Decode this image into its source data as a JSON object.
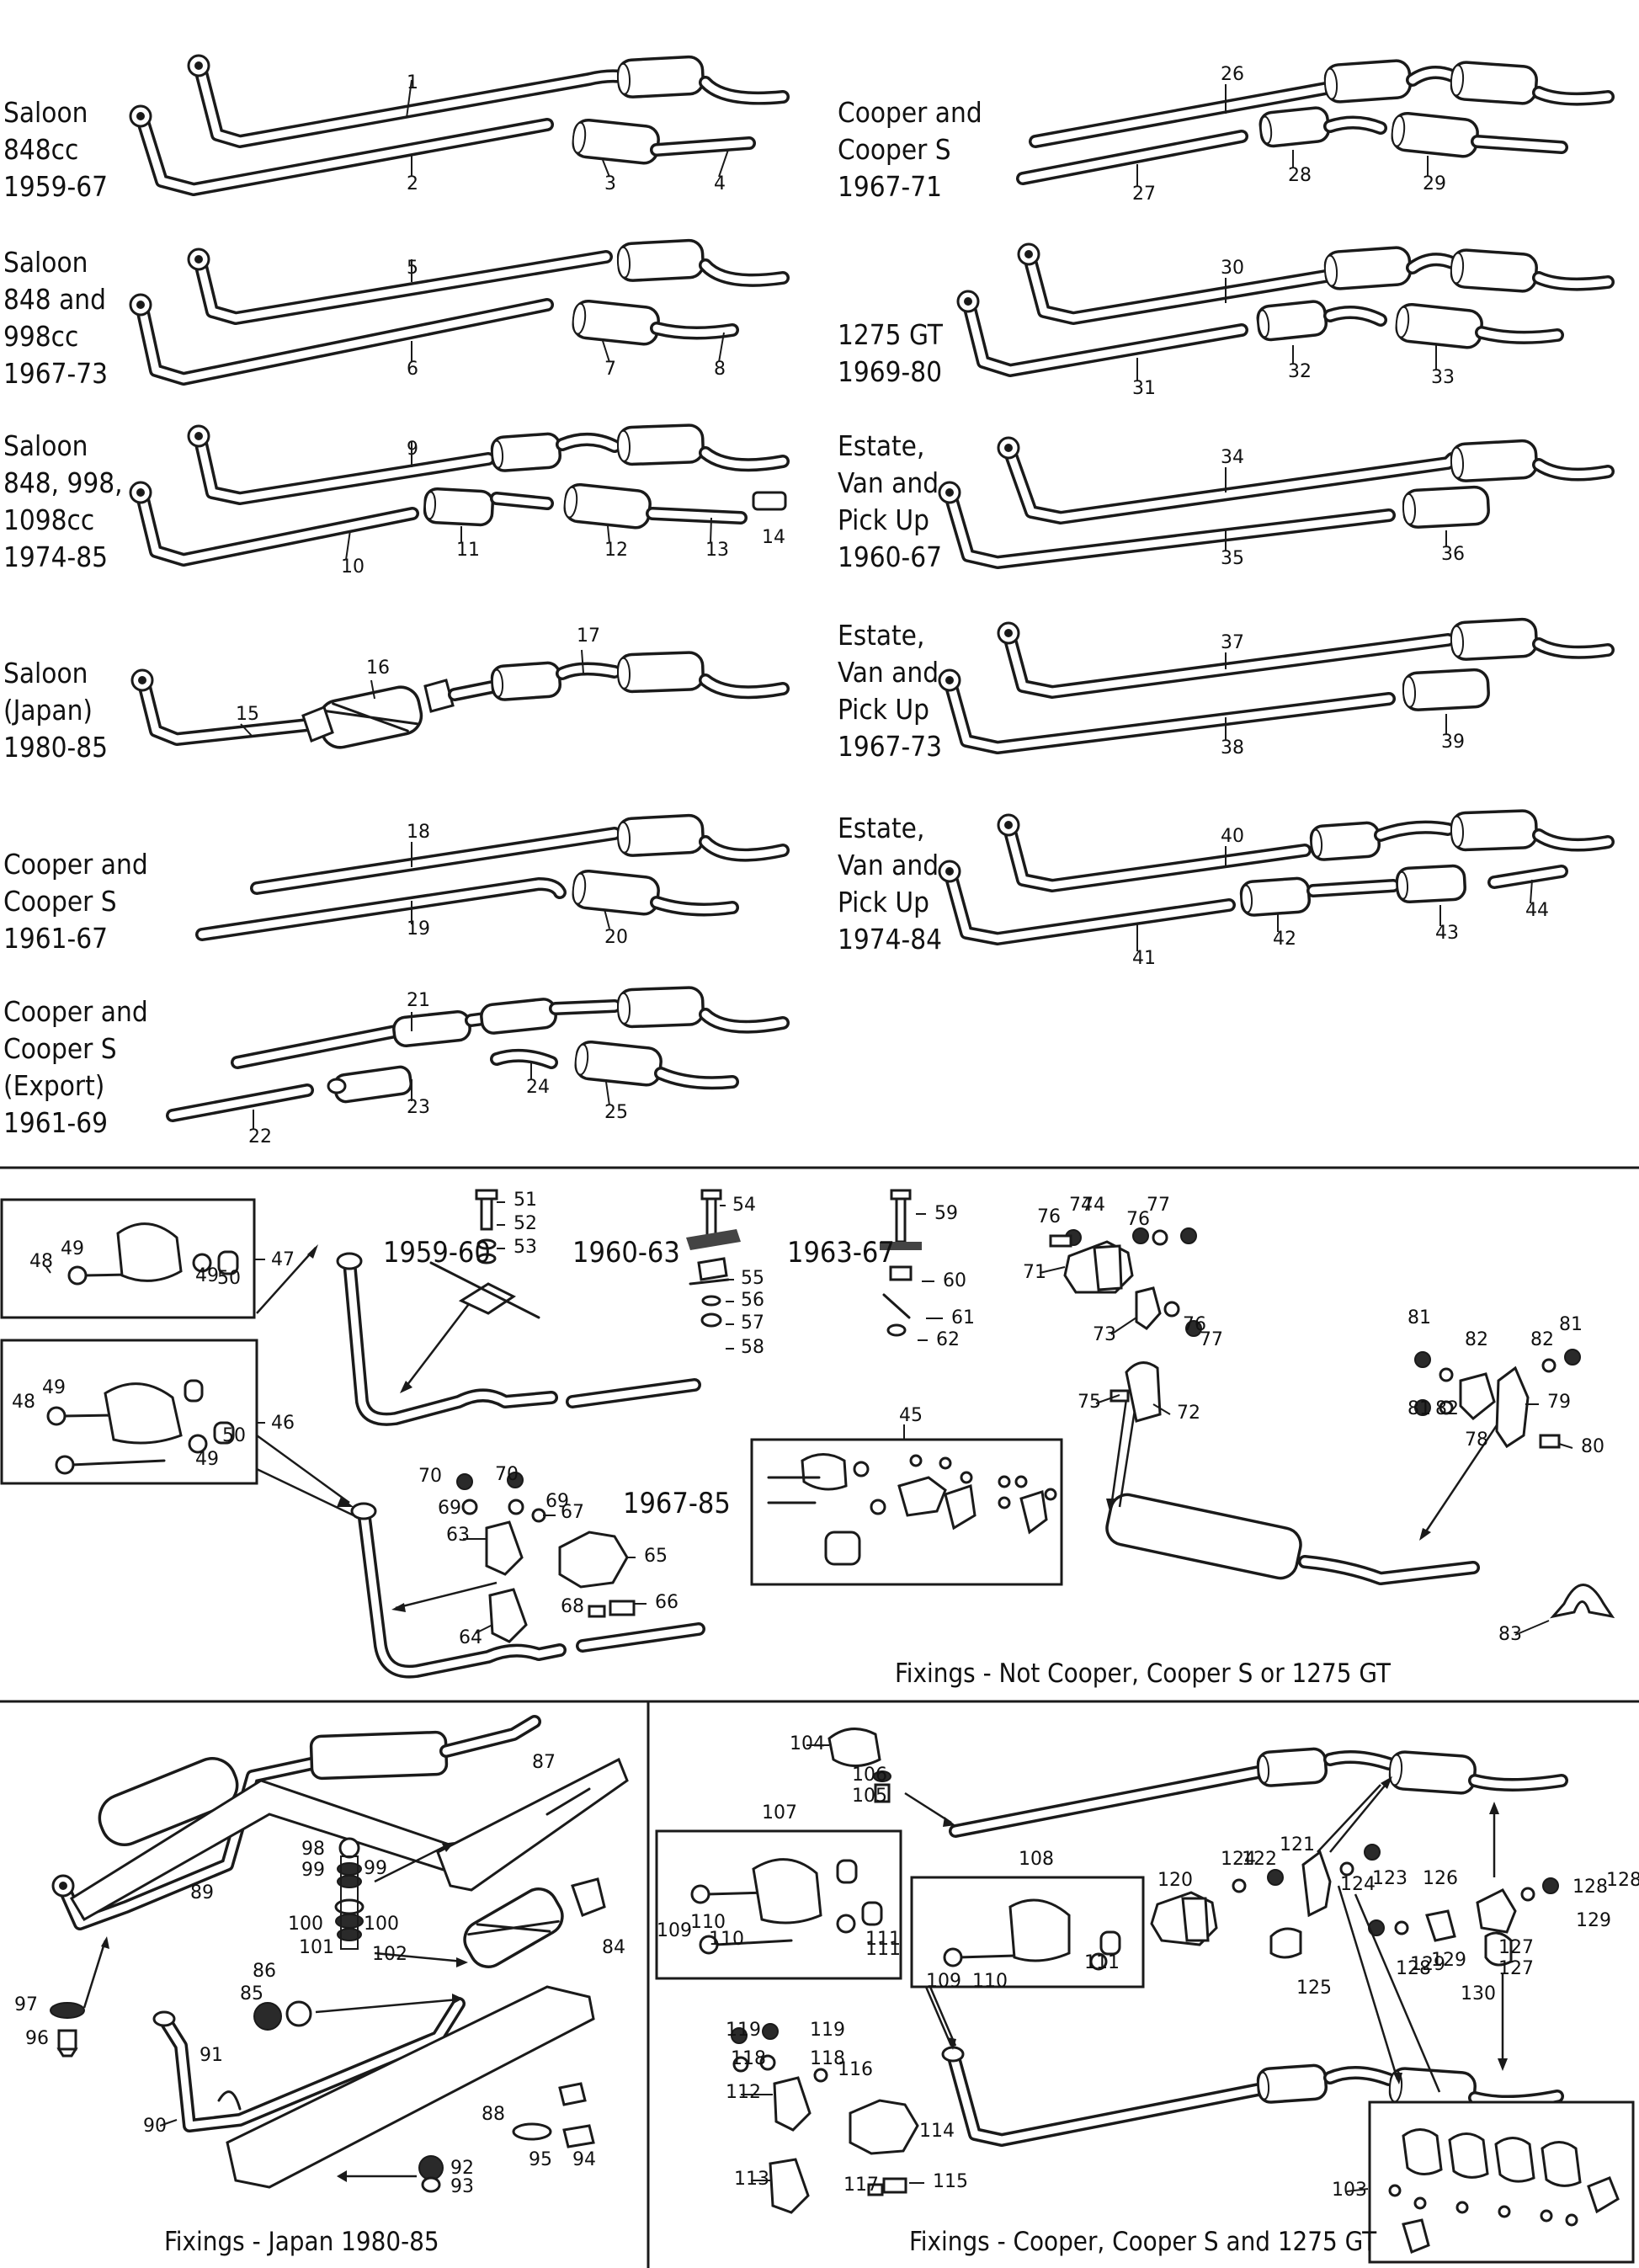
{
  "variant_labels": {
    "saloon_848_1959": "Saloon\n848cc\n1959-67",
    "saloon_848_998_1967": "Saloon\n848 and\n998cc\n1967-73",
    "saloon_1974": "Saloon\n848, 998,\n1098cc\n1974-85",
    "saloon_japan": "Saloon\n(Japan)\n1980-85",
    "cooper_1961": "Cooper and\nCooper S\n1961-67",
    "cooper_export": "Cooper and\nCooper S\n(Export)\n1961-69",
    "cooper_1967": "Cooper and\nCooper S\n1967-71",
    "gt_1275": "1275 GT\n1969-80",
    "estate_1960": "Estate,\nVan and\nPick Up\n1960-67",
    "estate_1967": "Estate,\nVan and\nPick Up\n1967-73",
    "estate_1974": "Estate,\nVan and\nPick Up\n1974-84"
  },
  "year_labels": {
    "y1959": "1959-60",
    "y1960": "1960-63",
    "y1963": "1963-67",
    "y1967": "1967-85"
  },
  "captions": {
    "fixings_not_cooper": "Fixings - Not Cooper, Cooper S or 1275 GT",
    "fixings_japan": "Fixings - Japan 1980-85",
    "fixings_cooper": "Fixings - Cooper, Cooper S and 1275 GT"
  },
  "part_numbers": [
    "1",
    "2",
    "3",
    "4",
    "5",
    "6",
    "7",
    "8",
    "9",
    "10",
    "11",
    "12",
    "13",
    "14",
    "15",
    "16",
    "17",
    "18",
    "19",
    "20",
    "21",
    "22",
    "23",
    "24",
    "25",
    "26",
    "27",
    "28",
    "29",
    "30",
    "31",
    "32",
    "33",
    "34",
    "35",
    "36",
    "37",
    "38",
    "39",
    "40",
    "41",
    "42",
    "43",
    "44",
    "45",
    "46",
    "47",
    "48",
    "49",
    "50",
    "51",
    "52",
    "53",
    "54",
    "55",
    "56",
    "57",
    "58",
    "59",
    "60",
    "61",
    "62",
    "63",
    "64",
    "65",
    "66",
    "67",
    "68",
    "69",
    "70",
    "71",
    "72",
    "73",
    "74",
    "75",
    "76",
    "77",
    "78",
    "79",
    "80",
    "81",
    "82",
    "83",
    "84",
    "85",
    "86",
    "87",
    "88",
    "89",
    "90",
    "91",
    "92",
    "93",
    "94",
    "95",
    "96",
    "97",
    "98",
    "99",
    "100",
    "101",
    "102",
    "103",
    "104",
    "105",
    "106",
    "107",
    "108",
    "109",
    "110",
    "111",
    "112",
    "113",
    "114",
    "115",
    "116",
    "117",
    "118",
    "119",
    "120",
    "121",
    "122",
    "123",
    "124",
    "125",
    "126",
    "127",
    "128",
    "129",
    "130"
  ]
}
